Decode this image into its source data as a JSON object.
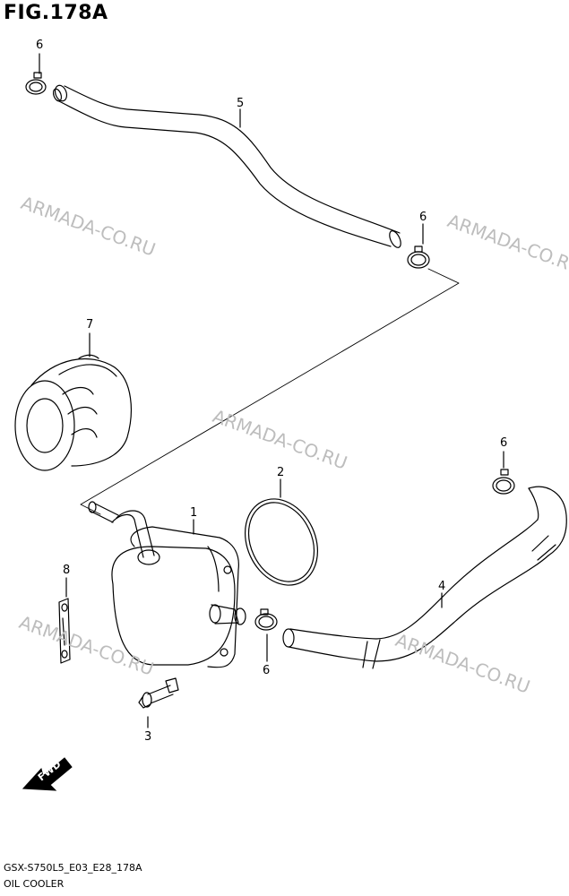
{
  "figure": {
    "title": "FIG.178A",
    "code": "GSX-S750L5_E03_E28_178A",
    "name": "OIL COOLER"
  },
  "watermark": "ARMADA-CO.RU",
  "fwd_label": "FWD",
  "callouts": {
    "p1": "1",
    "p2": "2",
    "p3": "3",
    "p4": "4",
    "p5": "5",
    "p6a": "6",
    "p6b": "6",
    "p6c": "6",
    "p6d": "6",
    "p7": "7",
    "p8": "8"
  },
  "colors": {
    "line": "#000000",
    "watermark": "#bdbdbd",
    "background": "#ffffff"
  }
}
